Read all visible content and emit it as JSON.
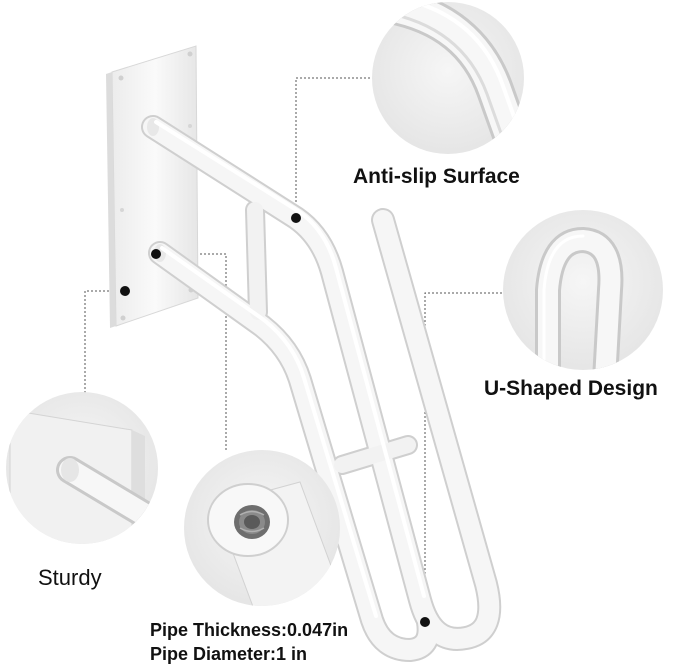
{
  "callouts": {
    "anti_slip": "Anti-slip Surface",
    "u_shaped": "U-Shaped Design",
    "sturdy": "Sturdy"
  },
  "specs": {
    "pipe_thickness": "Pipe Thickness:0.047in",
    "pipe_diameter": "Pipe Diameter:1 in"
  },
  "colors": {
    "background": "#ffffff",
    "product": "#f4f4f4",
    "circle_background": "#eeeeee",
    "leader_line": "#555555",
    "dot": "#111111",
    "text": "#111111"
  }
}
